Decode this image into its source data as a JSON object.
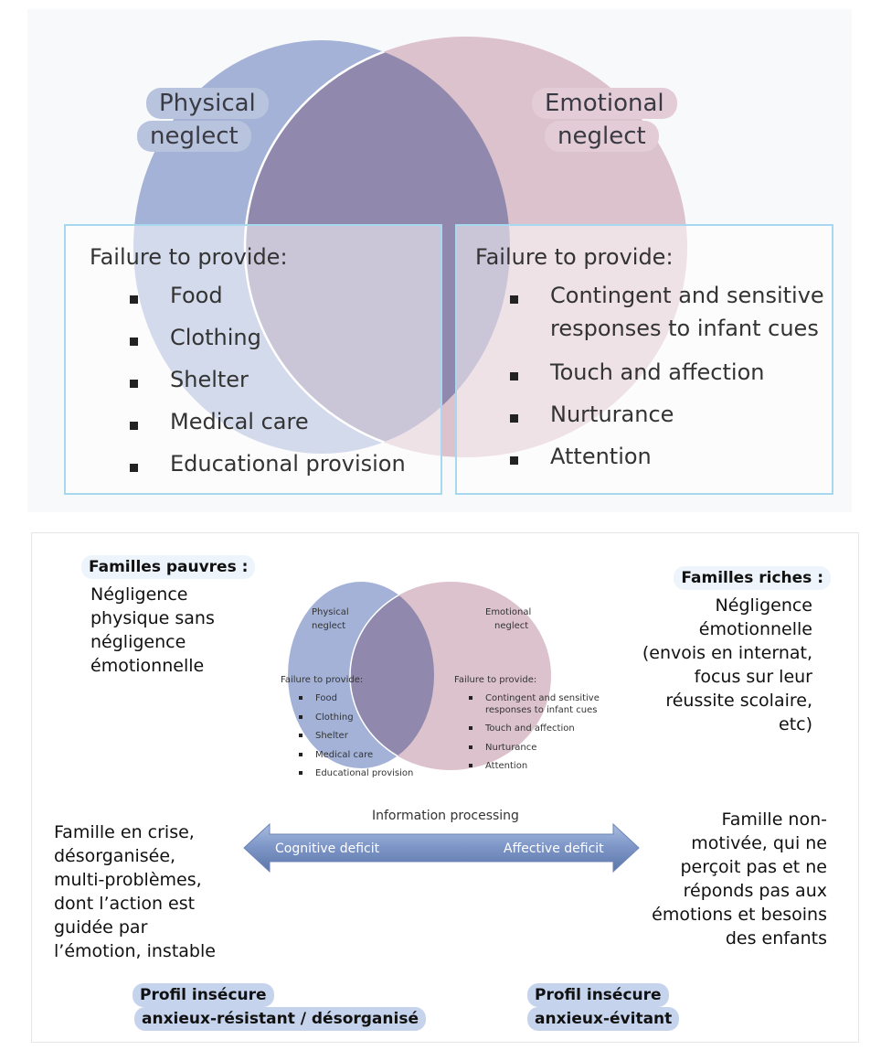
{
  "top_diagram": {
    "left_circle_label": [
      "Physical",
      "neglect"
    ],
    "right_circle_label": [
      "Emotional",
      "neglect"
    ],
    "left_box": {
      "heading": "Failure to provide:",
      "items": [
        "Food",
        "Clothing",
        "Shelter",
        "Medical care",
        "Educational provision"
      ]
    },
    "right_box": {
      "heading": "Failure to provide:",
      "items": [
        "Contingent and sensitive",
        "responses to infant cues",
        "Touch and affection",
        "Nurturance",
        "Attention"
      ]
    },
    "colors": {
      "left_circle": "#a3b2d6",
      "right_circle": "#dcc2cc",
      "overlap": "#9189ad",
      "box_border": "#a8d8f0"
    }
  },
  "bottom_diagram": {
    "poor_families": {
      "title": "Familles pauvres :",
      "lines": [
        "Négligence",
        "physique sans",
        "négligence",
        "émotionnelle"
      ]
    },
    "rich_families": {
      "title": "Familles riches :",
      "lines": [
        "Négligence",
        "émotionnelle",
        "(envois en internat,",
        "focus sur leur",
        "réussite scolaire,",
        "etc)"
      ]
    },
    "mini_venn": {
      "left_label": [
        "Physical",
        "neglect"
      ],
      "right_label": [
        "Emotional",
        "neglect"
      ],
      "left_heading": "Failure to provide:",
      "left_items": [
        "Food",
        "Clothing",
        "Shelter",
        "Medical care",
        "Educational provision"
      ],
      "right_heading": "Failure to provide:",
      "right_items": [
        "Contingent and sensitive",
        "responses to infant cues",
        "Touch and affection",
        "Nurturance",
        "Attention"
      ]
    },
    "arrow": {
      "title": "Information processing",
      "left_label": "Cognitive deficit",
      "right_label": "Affective deficit"
    },
    "crisis_family": {
      "lines": [
        "Famille en crise,",
        "désorganisée,",
        "multi-problèmes,",
        "dont l’action est",
        "guidée par",
        "l’émotion, instable"
      ]
    },
    "unmotivated_family": {
      "lines": [
        "Famille non-",
        "motivée, qui ne",
        "perçoit pas et ne",
        "réponds pas aux",
        "émotions et besoins",
        "des enfants"
      ]
    },
    "profile_left": [
      "Profil insécure",
      "anxieux-résistant / désorganisé"
    ],
    "profile_right": [
      "Profil insécure",
      "anxieux-évitant"
    ]
  }
}
